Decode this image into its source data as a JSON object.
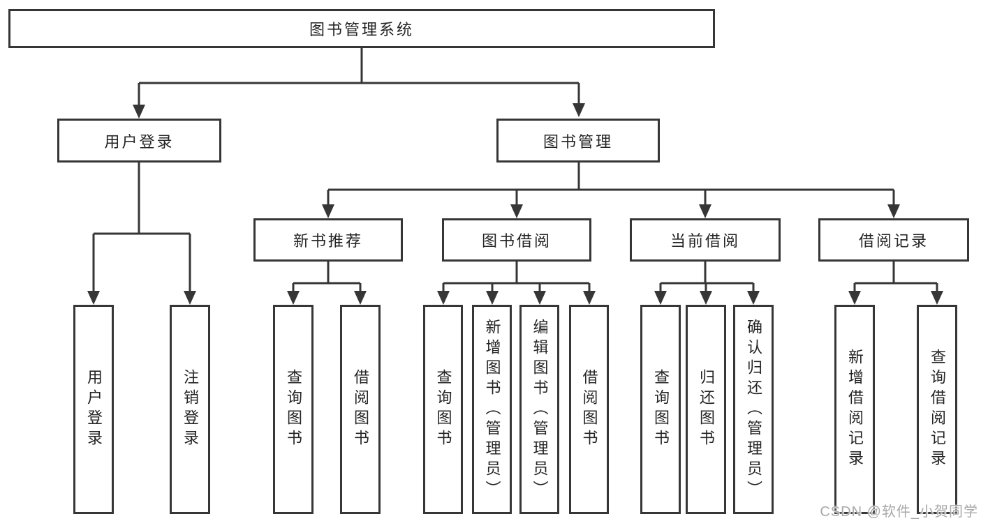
{
  "diagram": {
    "root": {
      "label": "图书管理系统"
    },
    "branches": [
      {
        "label": "用户登录",
        "children": [
          {
            "label": "用户登录"
          },
          {
            "label": "注销登录"
          }
        ]
      },
      {
        "label": "图书管理",
        "children": [
          {
            "label": "新书推荐",
            "children": [
              {
                "label": "查询图书"
              },
              {
                "label": "借阅图书"
              }
            ]
          },
          {
            "label": "图书借阅",
            "children": [
              {
                "label": "查询图书"
              },
              {
                "label": "新增图书（管理员）"
              },
              {
                "label": "编辑图书（管理员）"
              },
              {
                "label": "借阅图书"
              }
            ]
          },
          {
            "label": "当前借阅",
            "children": [
              {
                "label": "查询图书"
              },
              {
                "label": "归还图书"
              },
              {
                "label": "确认归还（管理员）"
              }
            ]
          },
          {
            "label": "借阅记录",
            "children": [
              {
                "label": "新增借阅记录"
              },
              {
                "label": "查询借阅记录"
              }
            ]
          }
        ]
      }
    ]
  },
  "watermark": {
    "text": "CSDN @软件_小贺同学"
  },
  "colors": {
    "line": "#363636",
    "box_border": "#363636",
    "text": "#242424",
    "watermark": "#a8a8a8",
    "background": "#ffffff"
  }
}
